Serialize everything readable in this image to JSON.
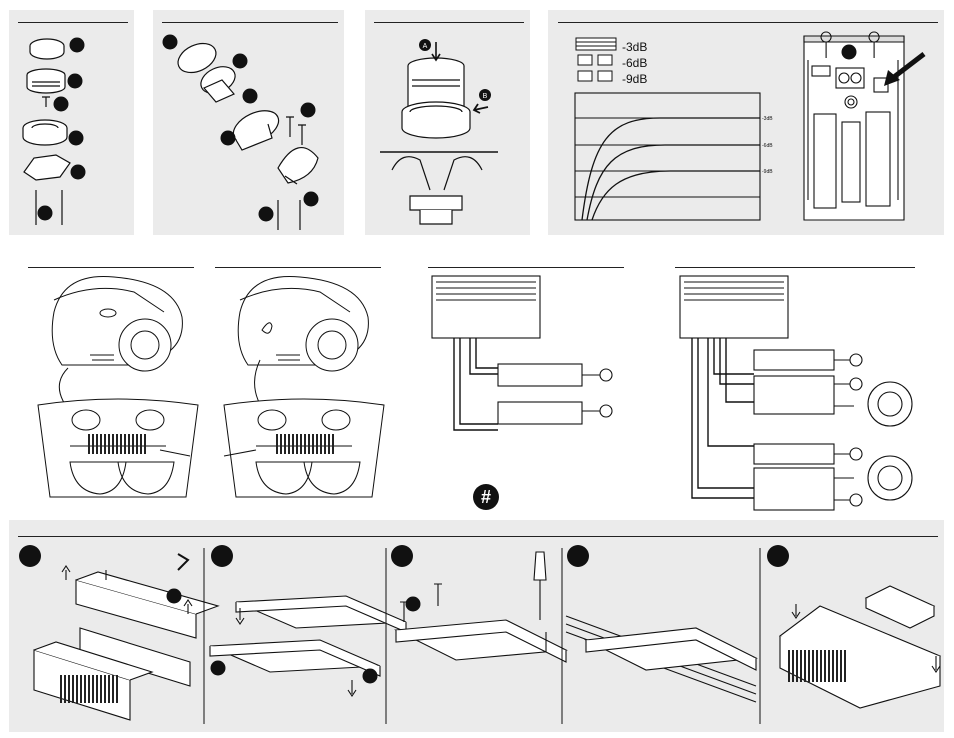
{
  "attenuation_labels": [
    "-3dB",
    "-6dB",
    "-9dB"
  ],
  "attenuation_curve_labels": [
    "-3dB",
    "-6dB",
    "-9dB"
  ],
  "symbol_badge": "#",
  "line_color": "#111111",
  "panel_color": "#ebebeb"
}
